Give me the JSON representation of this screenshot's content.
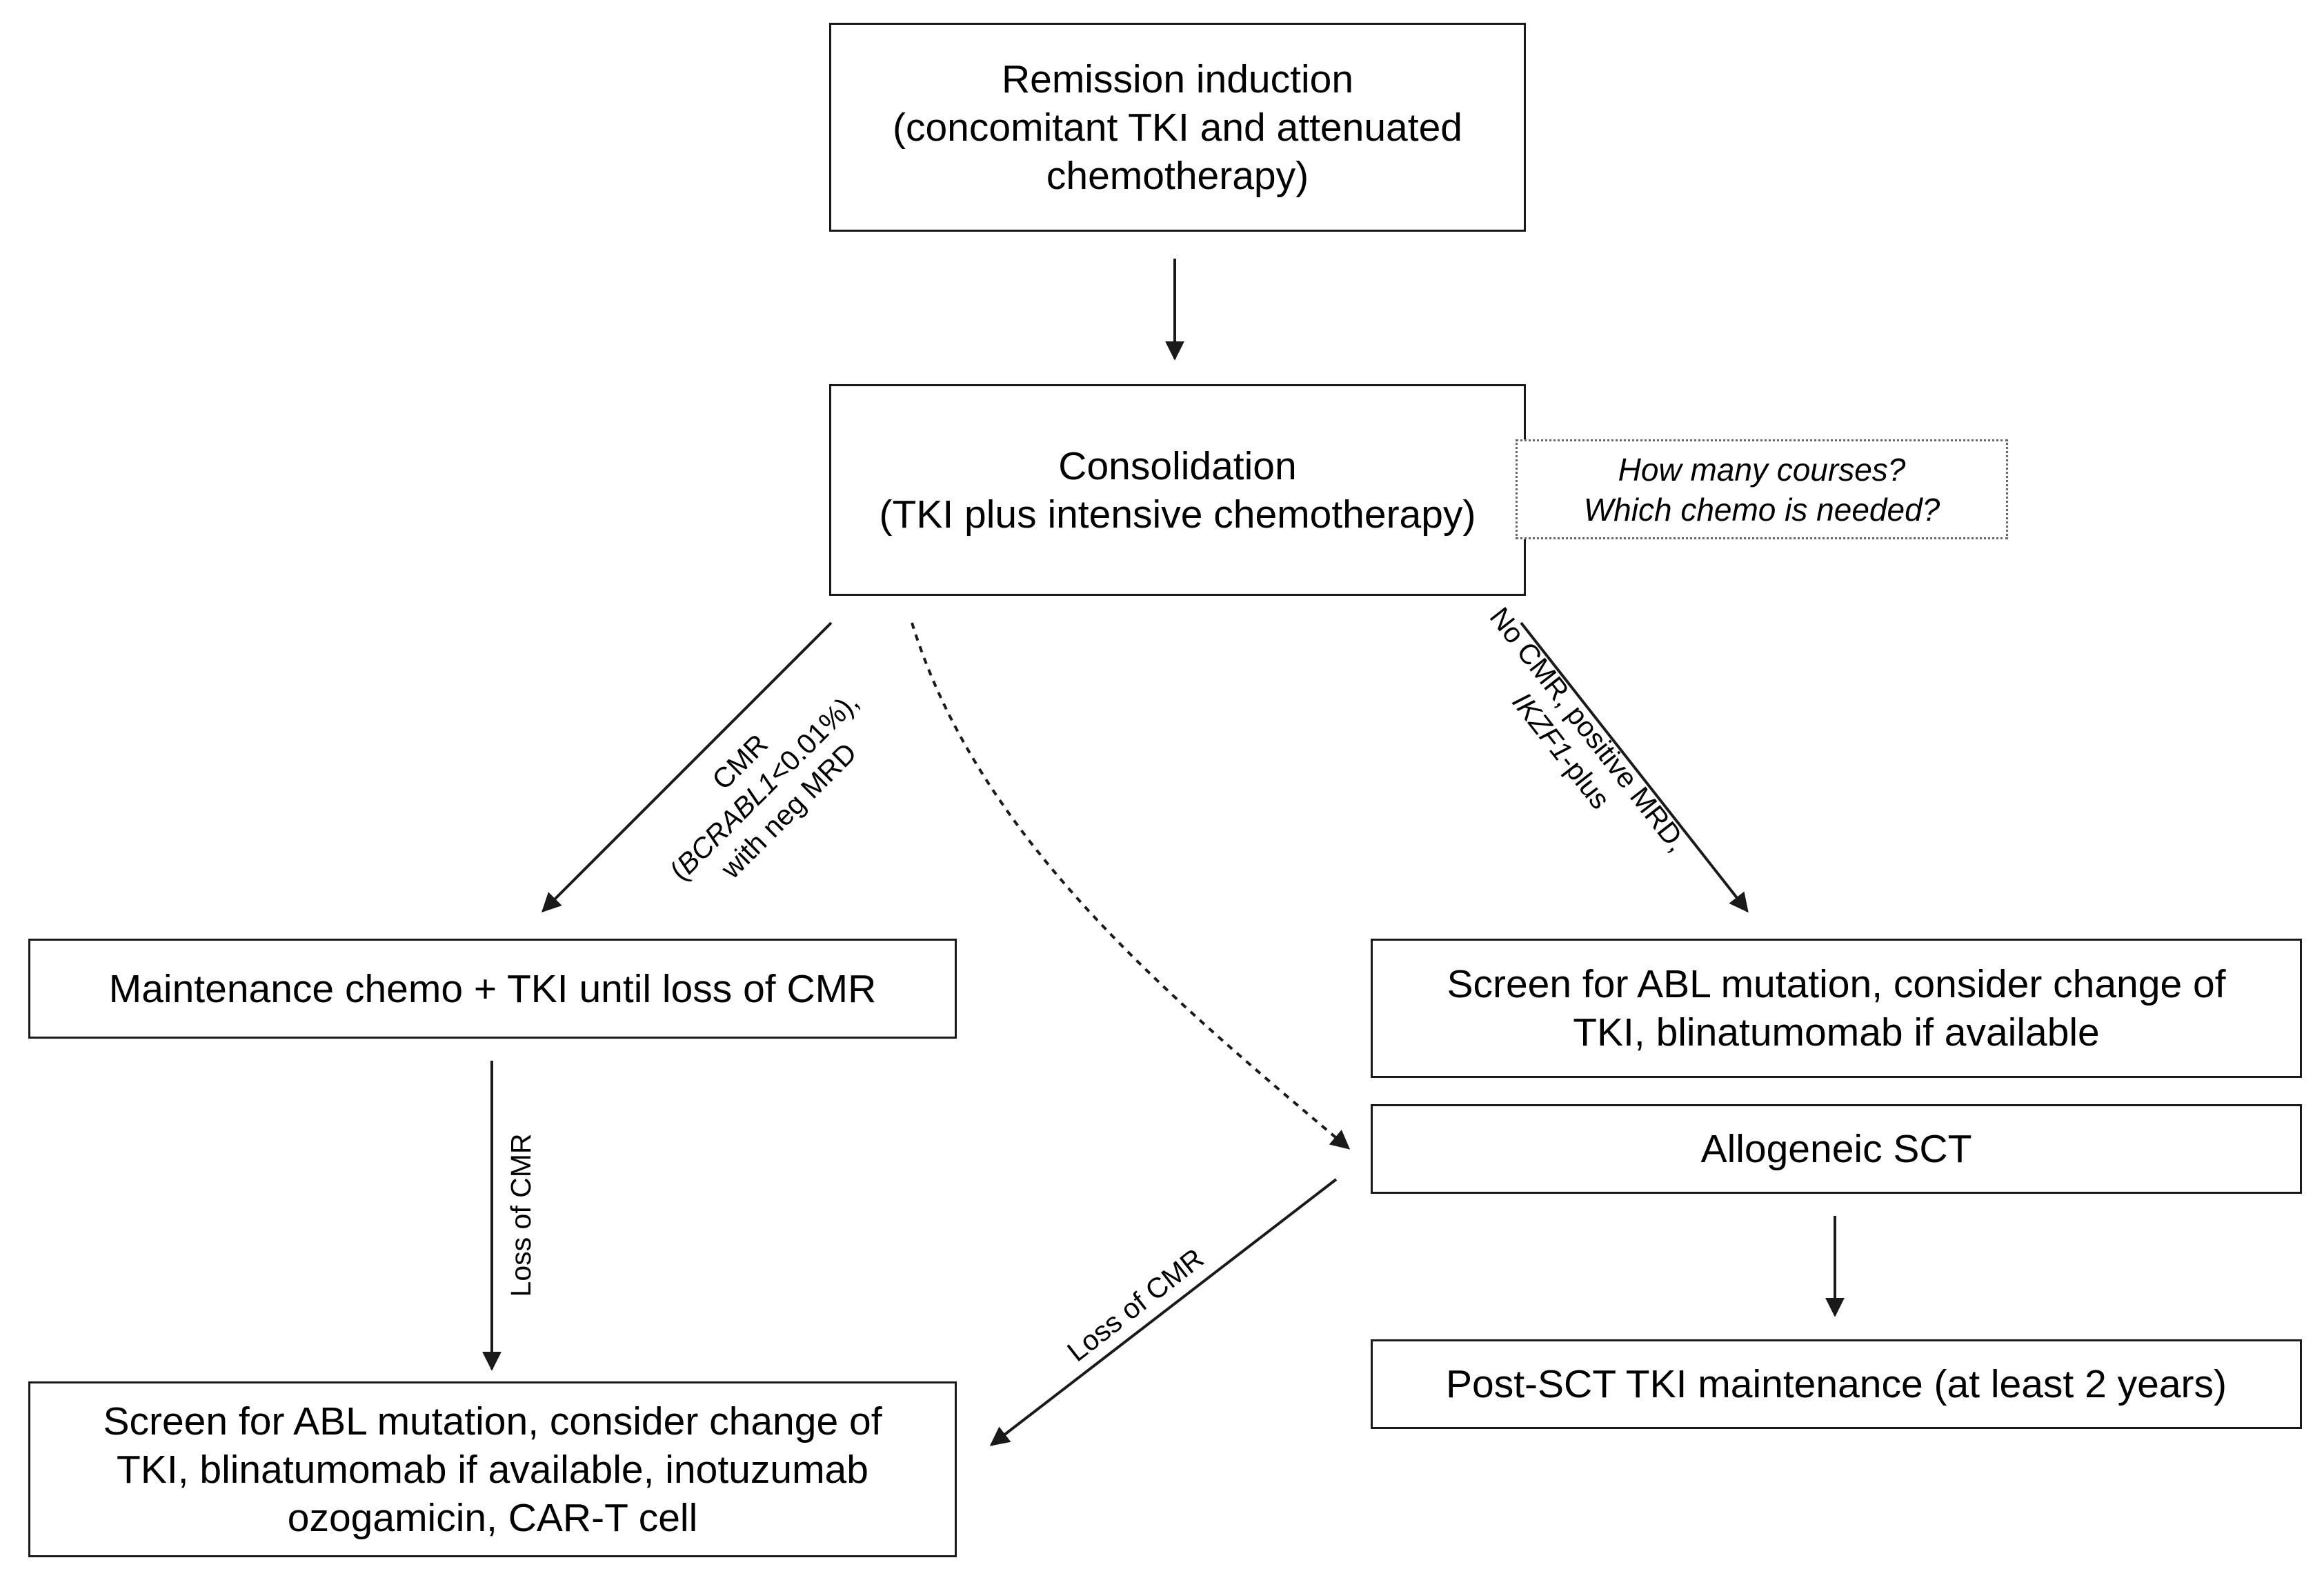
{
  "nodes": {
    "induction": {
      "line1": "Remission induction",
      "line2": "(concomitant TKI and attenuated",
      "line3": "chemotherapy)"
    },
    "consolidation": {
      "line1": "Consolidation",
      "line2": "(TKI plus intensive chemotherapy)"
    },
    "consolidation_note": {
      "line1": "How many courses?",
      "line2": "Which chemo is needed?"
    },
    "maintenance": {
      "line1": "Maintenance chemo + TKI until loss of CMR"
    },
    "screen_right": {
      "line1": "Screen for ABL mutation, consider change of",
      "line2": "TKI, blinatumomab if available"
    },
    "allo_sct": {
      "line1": "Allogeneic SCT"
    },
    "post_sct": {
      "line1": "Post-SCT TKI maintenance (at least 2 years)"
    },
    "screen_left": {
      "line1": "Screen for ABL mutation, consider change of",
      "line2": "TKI, blinatumomab if available, inotuzumab",
      "line3": "ozogamicin, CAR-T cell"
    }
  },
  "edge_labels": {
    "cmr": {
      "line1": "CMR",
      "line2_prefix": "(",
      "line2_gene": "BCRABL1",
      "line2_suffix": "<0.01%),",
      "line3": "with neg MRD"
    },
    "no_cmr": {
      "line1": "No CMR, positive MRD,",
      "line2_gene": "IKZF1",
      "line2_suffix": "-plus"
    },
    "loss_cmr_vertical": "Loss of CMR",
    "loss_cmr_diagonal": "Loss of CMR"
  },
  "colors": {
    "box_border": "#1a1a1a",
    "arrow": "#1a1a1a",
    "note_border": "#666666",
    "background": "#ffffff"
  }
}
